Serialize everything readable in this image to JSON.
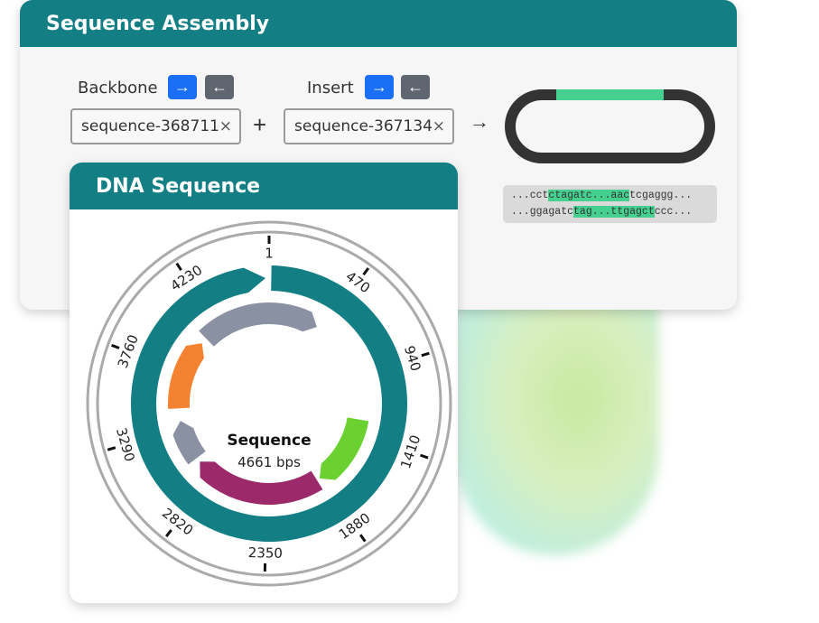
{
  "assembly": {
    "title": "Sequence Assembly",
    "backbone_label": "Backbone",
    "insert_label": "Insert",
    "forward_icon": "→",
    "reverse_icon": "←",
    "backbone_value": "sequence-368711",
    "insert_value": "sequence-367134",
    "clear_icon": "×",
    "plus": "+",
    "result_arrow": "→",
    "seq_top": {
      "pre": "...cct",
      "hl": "ctagatc...aac",
      "post": "tcgaggg..."
    },
    "seq_bottom": {
      "pre": "...ggagatc",
      "hl": "tag...ttgagct",
      "post": "ccc..."
    },
    "colors": {
      "teal": "#137f84",
      "insert": "#45d08f",
      "backbone": "#333333"
    }
  },
  "dna": {
    "title": "DNA Sequence",
    "name": "Sequence",
    "length_label": "4661 bps",
    "length": 4661,
    "ticks": [
      {
        "bp": 1,
        "label": "1"
      },
      {
        "bp": 470,
        "label": "470"
      },
      {
        "bp": 940,
        "label": "940"
      },
      {
        "bp": 1410,
        "label": "1410"
      },
      {
        "bp": 1880,
        "label": "1880"
      },
      {
        "bp": 2350,
        "label": "2350"
      },
      {
        "bp": 2820,
        "label": "2820"
      },
      {
        "bp": 3290,
        "label": "3290"
      },
      {
        "bp": 3760,
        "label": "3760"
      },
      {
        "bp": 4230,
        "label": "4230"
      }
    ],
    "backbone": {
      "start": 13,
      "end": 4640,
      "color": "#137f84"
    },
    "features": [
      {
        "start": 4091,
        "end": 414,
        "color": "#8a91a3"
      },
      {
        "start": 3457,
        "end": 4039,
        "color": "#f58231"
      },
      {
        "start": 1295,
        "end": 1890,
        "color": "#6ad130"
      },
      {
        "start": 1916,
        "end": 2978,
        "color": "#9c2a6b"
      },
      {
        "start": 3017,
        "end": 3353,
        "color": "#8a91a3"
      }
    ]
  }
}
